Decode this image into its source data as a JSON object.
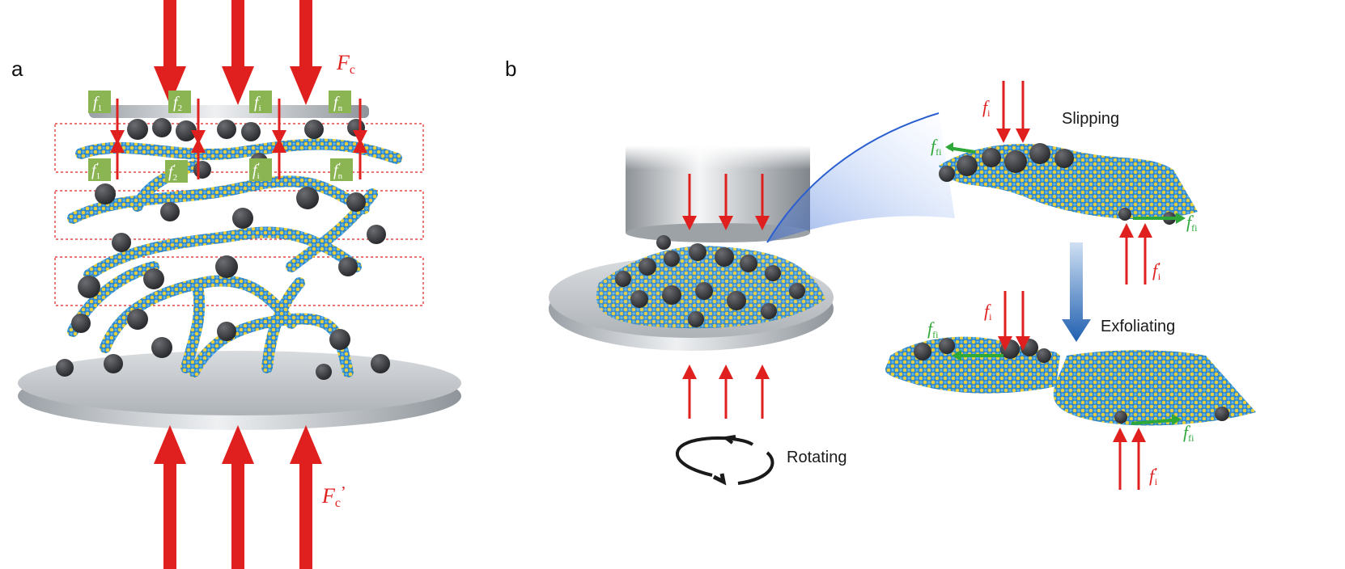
{
  "panel_a": {
    "letter": "a",
    "force_top": "F",
    "force_top_sub": "c",
    "force_bottom": "F",
    "force_bottom_sub": "c",
    "force_bottom_prime": "’",
    "top_boxes": [
      {
        "f": "f",
        "sub": "1",
        "prime": ""
      },
      {
        "f": "f",
        "sub": "2",
        "prime": ""
      },
      {
        "f": "f",
        "sub": "i",
        "prime": ""
      },
      {
        "f": "f",
        "sub": "n",
        "prime": ""
      }
    ],
    "bottom_boxes": [
      {
        "f": "f",
        "sub": "1",
        "prime": "’"
      },
      {
        "f": "f",
        "sub": "2",
        "prime": "’"
      },
      {
        "f": "f",
        "sub": "i",
        "prime": "’"
      },
      {
        "f": "f",
        "sub": "n",
        "prime": "’"
      }
    ]
  },
  "panel_b": {
    "letter": "b",
    "rotating_label": "Rotating",
    "slipping_label": "Slipping",
    "exfoliating_label": "Exfoliating",
    "fi": "f",
    "fi_sub": "i",
    "ffi": "f",
    "ffi_sub": "fi",
    "prime": "’"
  },
  "colors": {
    "red": "#e0201e",
    "green": "#2fa83a",
    "box_green": "#8bb553",
    "plate": "#c4c8cc",
    "flake_blue": "#3a9ad6",
    "flake_yellow": "#e3c93a",
    "rock": "#3a3b3e",
    "arrow_blue": "#2066b8"
  }
}
